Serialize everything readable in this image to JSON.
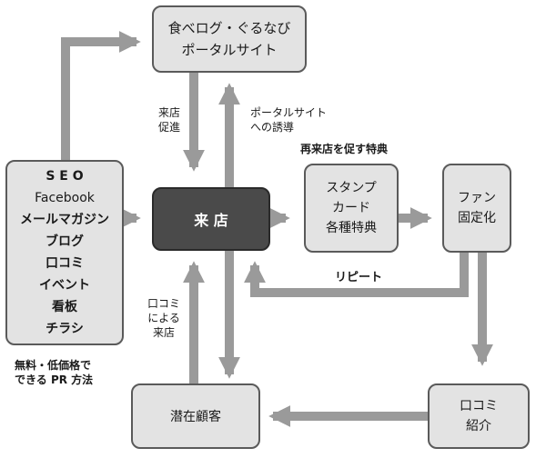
{
  "nodes": {
    "portal_site": [
      "食べログ・ぐるなび",
      "ポータルサイト"
    ],
    "visit": "来 店",
    "channels": [
      "S E O",
      "Facebook",
      "メールマガジン",
      "ブログ",
      "口コミ",
      "イベント",
      "看板",
      "チラシ"
    ],
    "stamp_card": [
      "スタンプ",
      "カード",
      "各種特典"
    ],
    "fan": [
      "ファン",
      "固定化"
    ],
    "word_of_mouth": [
      "口コミ",
      "紹介"
    ],
    "potential": "潜在顧客"
  },
  "labels": {
    "visit_promotion": [
      "来店",
      "促進"
    ],
    "portal_guidance": [
      "ポータルサイト",
      "への誘導"
    ],
    "revisit_benefit": "再来店を促す特典",
    "repeat": "リピート",
    "via_word_of_mouth": [
      "口コミ",
      "による",
      "来店"
    ],
    "free_low_cost": [
      "無料・低価格で",
      "できる PR 方法"
    ]
  },
  "colors": {
    "box_fill": "#e3e3e3",
    "box_border": "#5a5a5a",
    "dark_box_fill": "#4a4a4a",
    "arrow": "#9a9a9a"
  }
}
